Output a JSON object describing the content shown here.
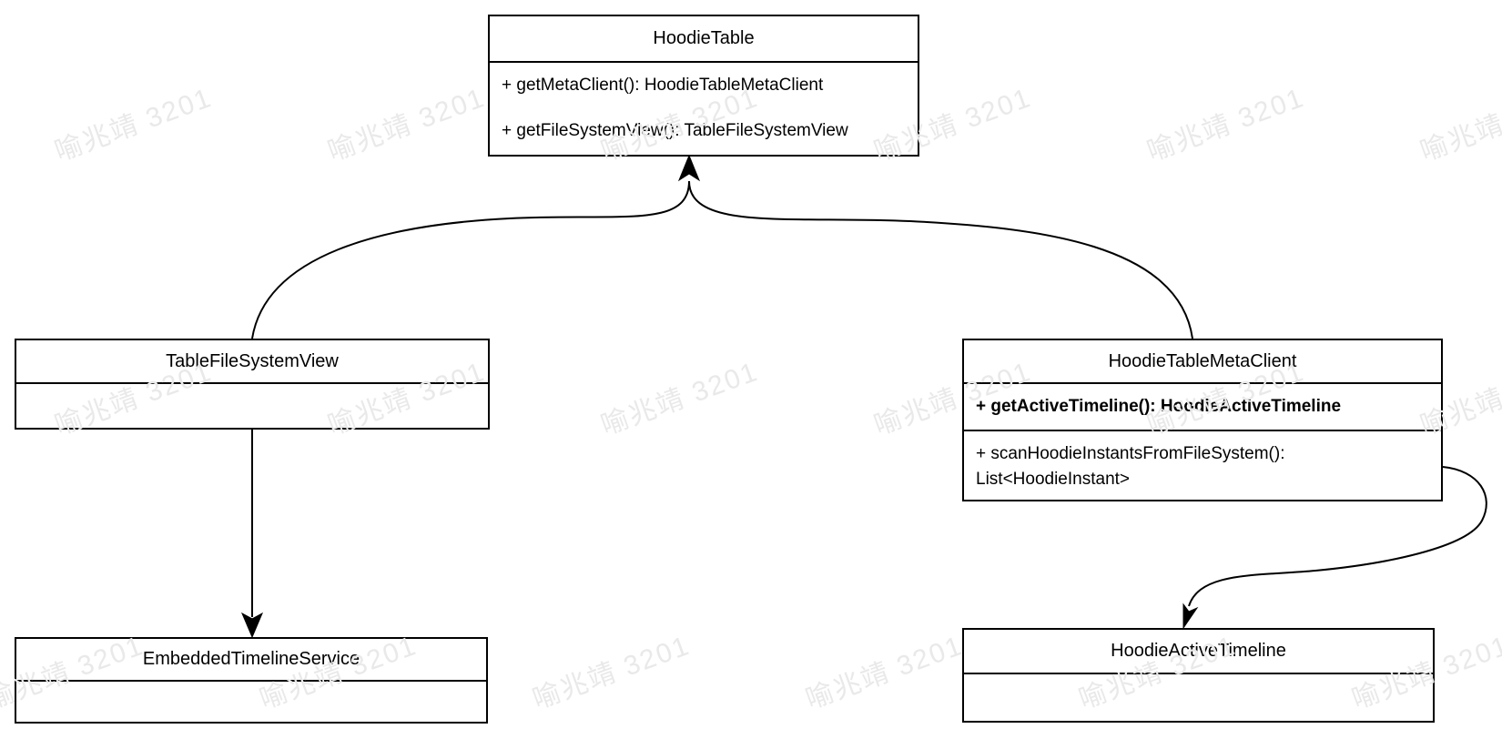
{
  "diagram": {
    "type": "uml-class-diagram",
    "background_color": "#ffffff",
    "stroke_color": "#000000",
    "text_color": "#000000",
    "watermark": {
      "text": "喻兆靖 3201",
      "color": "#e9e9e9"
    },
    "classes": [
      {
        "title": "HoodieTable",
        "members": [
          "+ getMetaClient(): HoodieTableMetaClient",
          "+ getFileSystemView(): TableFileSystemView"
        ]
      },
      {
        "title": "TableFileSystemView",
        "members": []
      },
      {
        "title": "HoodieTableMetaClient",
        "members": [
          "+ getActiveTimeline(): HoodieActiveTimeline",
          "+ scanHoodieInstantsFromFileSystem(): List<HoodieInstant>"
        ]
      },
      {
        "title": "EmbeddedTimelineService",
        "members": []
      },
      {
        "title": "HoodieActiveTimeline",
        "members": []
      }
    ],
    "relations": [
      {
        "from": "TableFileSystemView",
        "to": "HoodieTable",
        "arrow": "filled-triangle-up"
      },
      {
        "from": "HoodieTableMetaClient",
        "to": "HoodieTable",
        "arrow": "filled-triangle-up"
      },
      {
        "from": "TableFileSystemView",
        "to": "EmbeddedTimelineService",
        "arrow": "filled-triangle-down"
      },
      {
        "from": "HoodieTableMetaClient",
        "to": "HoodieActiveTimeline",
        "arrow": "filled-triangle-down"
      }
    ]
  }
}
